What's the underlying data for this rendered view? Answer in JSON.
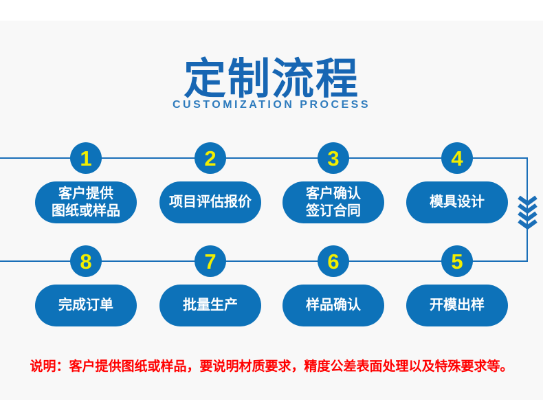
{
  "header": {
    "title": "定制流程",
    "subtitle": "CUSTOMIZATION PROCESS"
  },
  "flow": {
    "row1": [
      {
        "number": "1",
        "label": "客户提供\n图纸或样品"
      },
      {
        "number": "2",
        "label": "项目评估报价"
      },
      {
        "number": "3",
        "label": "客户确认\n签订合同"
      },
      {
        "number": "4",
        "label": "模具设计"
      }
    ],
    "row2": [
      {
        "number": "8",
        "label": "完成订单"
      },
      {
        "number": "7",
        "label": "批量生产"
      },
      {
        "number": "6",
        "label": "样品确认"
      },
      {
        "number": "5",
        "label": "开模出样"
      }
    ],
    "connector_icon": "chevron-down-triple-arrow"
  },
  "note": {
    "text": "说明：客户提供图纸或样品，要说明材质要求，精度公差表面处理以及特殊要求等。"
  },
  "colors": {
    "primary_blue": "#0d72b9",
    "line_blue": "#1a6fb8",
    "title_blue": "#1766b3",
    "subtitle_blue": "#2e7bbd",
    "number_yellow": "#f2ee00",
    "note_red": "#ff0000",
    "background": "#f8f8f8",
    "top_strip": "#ffffff"
  }
}
